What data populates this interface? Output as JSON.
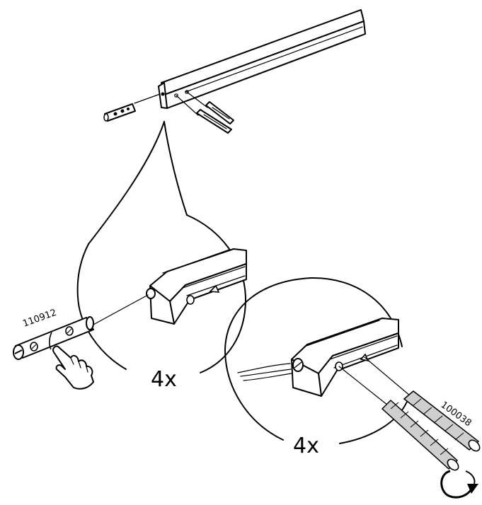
{
  "callouts": [
    {
      "part_number": "110912",
      "quantity": "4x"
    },
    {
      "part_number": "100038",
      "quantity": "4x"
    }
  ],
  "icons": [
    "pointing-hand-icon",
    "rotate-clockwise-icon"
  ]
}
